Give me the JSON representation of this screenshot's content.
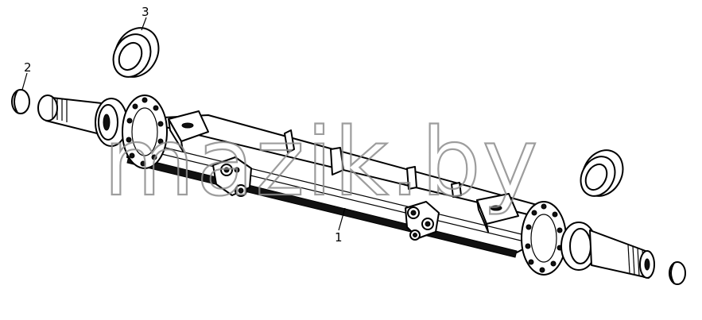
{
  "watermark": "mazik.by",
  "callouts": [
    {
      "id": "part-1",
      "label": "1"
    },
    {
      "id": "part-2",
      "label": "2"
    },
    {
      "id": "part-3",
      "label": "3"
    }
  ]
}
